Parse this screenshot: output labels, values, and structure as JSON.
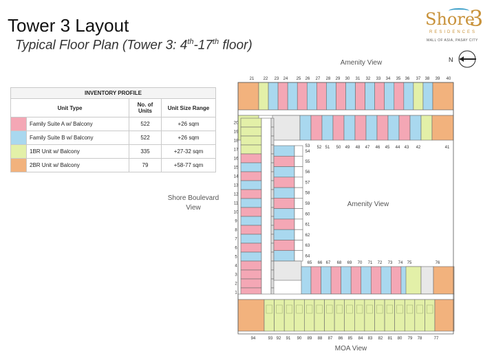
{
  "header": {
    "title": "Tower 3 Layout",
    "subtitle_prefix": "Typical Floor Plan (Tower 3: 4",
    "sup1": "th",
    "subtitle_mid": "-17",
    "sup2": "th",
    "subtitle_suffix": " floor)"
  },
  "logo": {
    "word": "Shore",
    "number": "3",
    "tagline": "RESIDENCES",
    "location": "MALL OF ASIA, PASAY CITY"
  },
  "inventory": {
    "title": "INVENTORY PROFILE",
    "col_type": "Unit Type",
    "col_units": "No. of Units",
    "col_size": "Unit Size Range",
    "rows": [
      {
        "color": "#f4a7b5",
        "type": "Family Suite A w/ Balcony",
        "units": "522",
        "size": "+26 sqm"
      },
      {
        "color": "#a9d8ef",
        "type": "Family Suite B w/ Balcony",
        "units": "522",
        "size": "+26 sqm"
      },
      {
        "color": "#e3f0a8",
        "type": "1BR Unit w/ Balcony",
        "units": "335",
        "size": "+27-32 sqm"
      },
      {
        "color": "#f2b27d",
        "type": "2BR Unit w/ Balcony",
        "units": "79",
        "size": "+58-77 sqm"
      }
    ]
  },
  "views": {
    "amenity_top": "Amenity View",
    "amenity_center": "Amenity View",
    "shore_line1": "Shore Boulevard",
    "shore_line2": "View",
    "moa": "MOA View"
  },
  "compass": {
    "label": "N"
  },
  "plan": {
    "top_labels": [
      "21",
      "22",
      "23",
      "24",
      "25",
      "26",
      "27",
      "28",
      "29",
      "30",
      "31",
      "32",
      "33",
      "34",
      "35",
      "36",
      "37",
      "38",
      "39",
      "40"
    ],
    "second_row_labels": [
      "52",
      "51",
      "50",
      "49",
      "48",
      "47",
      "46",
      "45",
      "44",
      "43",
      "42"
    ],
    "inner_top_labels": [
      "53",
      "54"
    ],
    "inner_col_labels": [
      "55",
      "56",
      "57",
      "58",
      "59",
      "60",
      "61",
      "62",
      "63",
      "64"
    ],
    "left_col_labels": [
      "20",
      "19",
      "18",
      "17",
      "16",
      "15",
      "14",
      "13",
      "12",
      "11",
      "10",
      "9",
      "8",
      "7",
      "6",
      "5",
      "4",
      "3",
      "2",
      "1"
    ],
    "right_label_41": "41",
    "lower_row_labels": [
      "65",
      "66",
      "67",
      "68",
      "69",
      "70",
      "71",
      "72",
      "73",
      "74",
      "75",
      "76"
    ],
    "bottom_labels": [
      "94",
      "93",
      "92",
      "91",
      "90",
      "89",
      "88",
      "87",
      "86",
      "85",
      "84",
      "83",
      "82",
      "81",
      "80",
      "79",
      "78",
      "77"
    ],
    "colors": {
      "suite_a": "#f4a7b5",
      "suite_b": "#a9d8ef",
      "one_br": "#e3f0a8",
      "two_br": "#f2b27d",
      "corridor": "#ffffff",
      "core": "#e8e8e8",
      "wall": "#6b6b6b"
    }
  }
}
